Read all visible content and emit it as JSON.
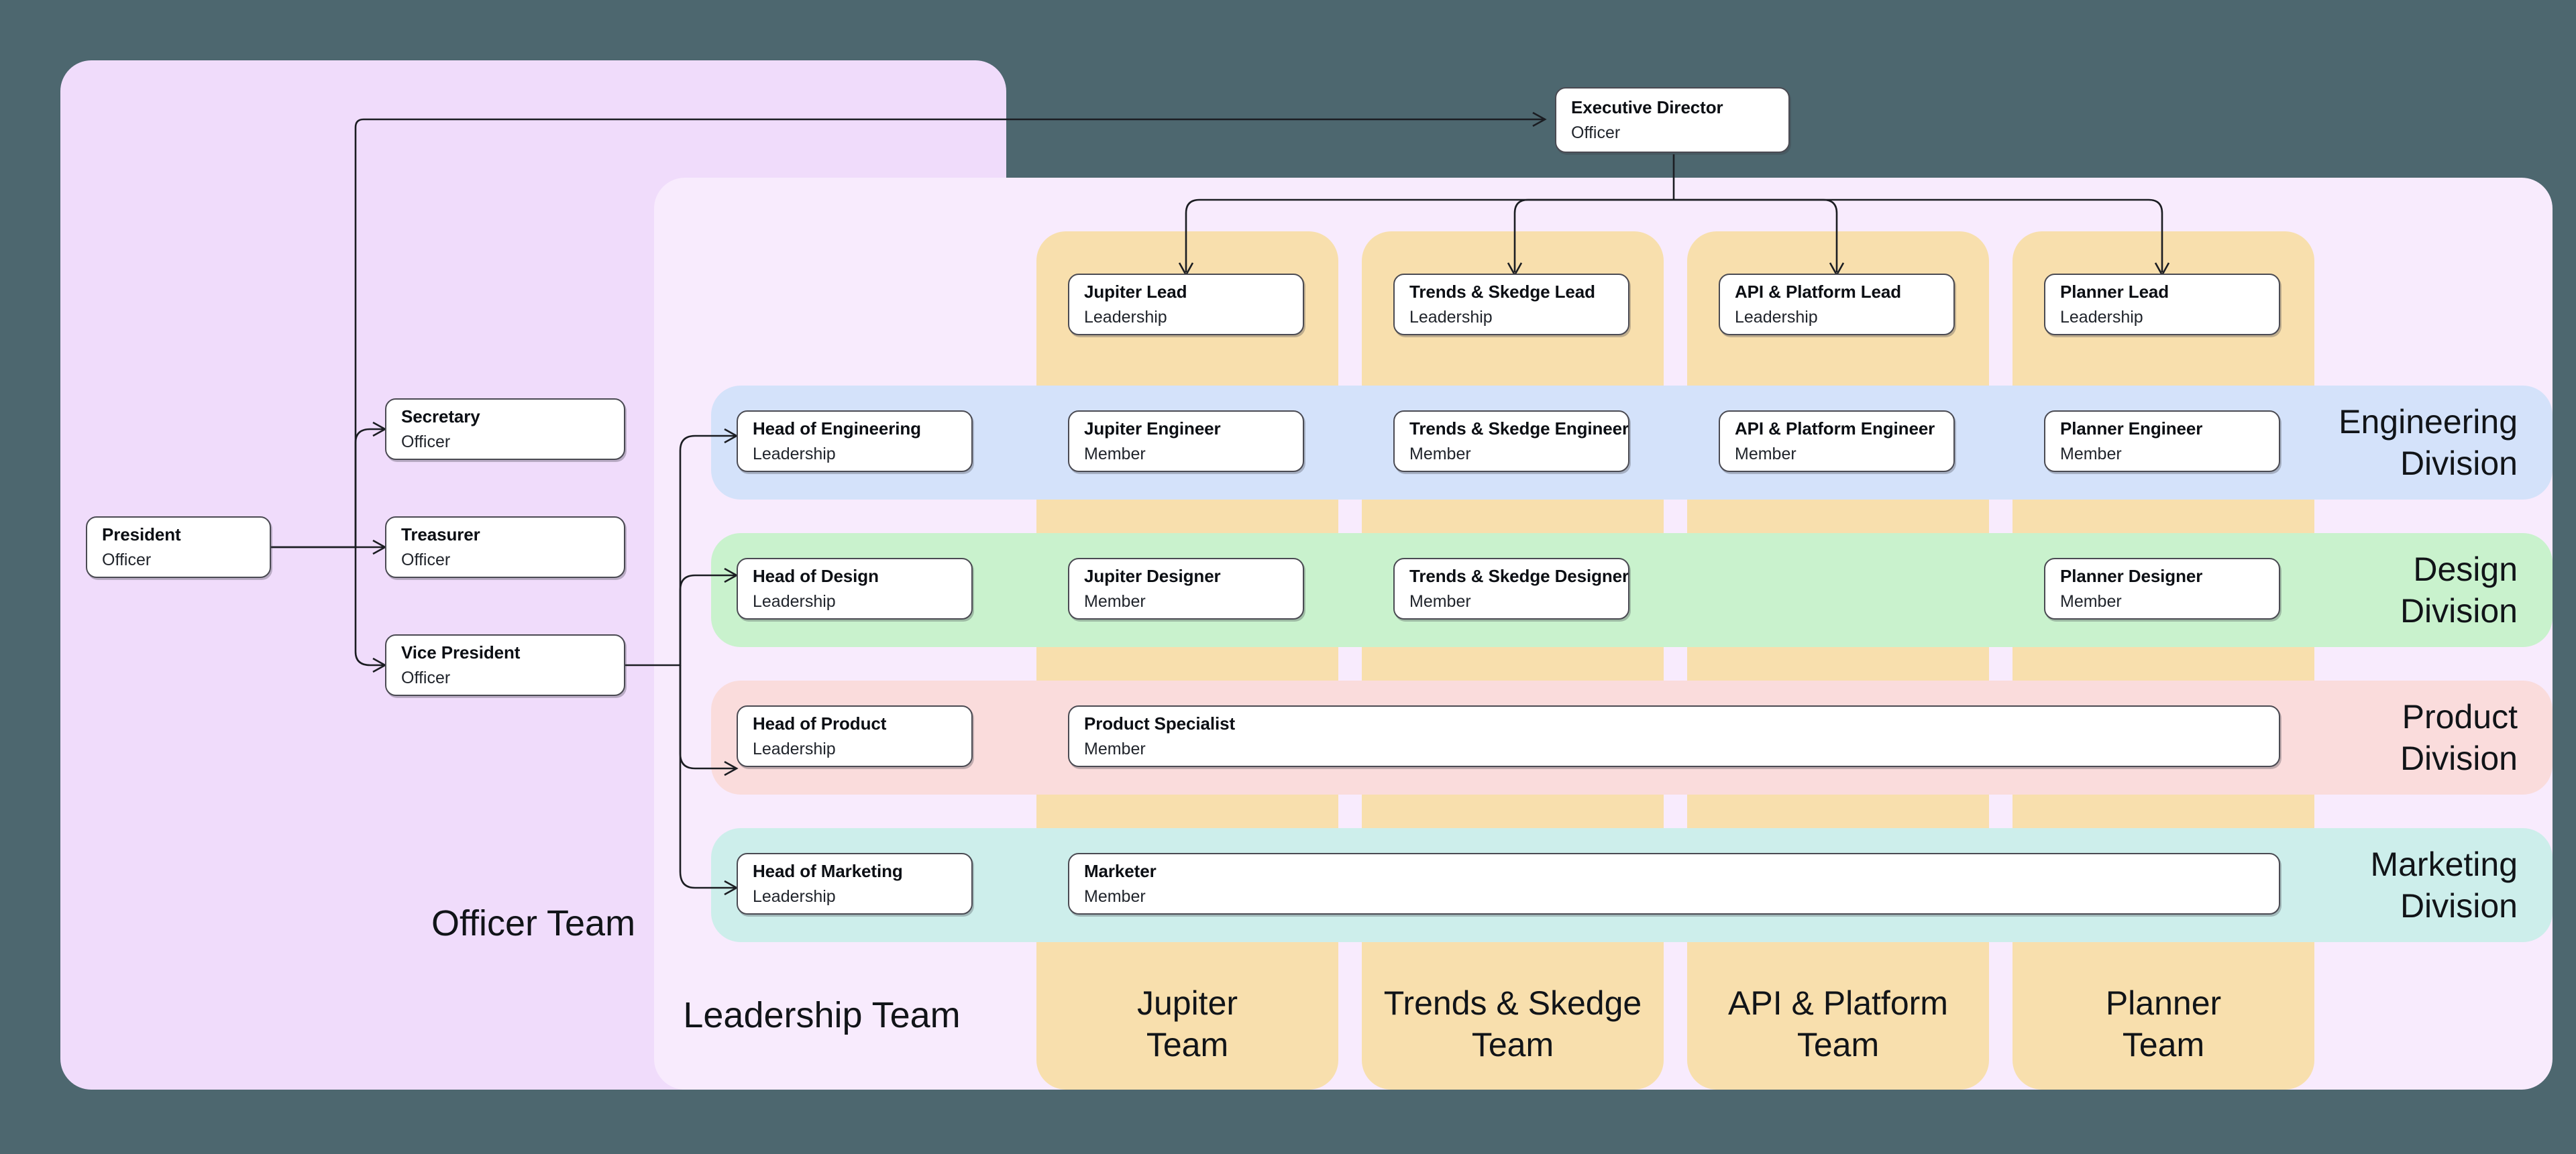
{
  "colors": {
    "canvas": "#4d676f",
    "officer_team_bg": "#f0dcfb",
    "leadership_team_bg": "#f8ebfd",
    "team_column_bg": "#f8dfad",
    "engineering_bg": "#d4e2fa",
    "design_bg": "#c9f2cd",
    "product_bg": "#fadcdc",
    "marketing_bg": "#cdeeeb",
    "node_bg": "#ffffff",
    "node_border": "#4a4a52",
    "connector": "#1b1d22"
  },
  "groups": {
    "officer_team": {
      "label": "Officer Team"
    },
    "leadership_team": {
      "label": "Leadership Team"
    }
  },
  "team_columns": [
    {
      "id": "jupiter",
      "label": "Jupiter\nTeam"
    },
    {
      "id": "trends",
      "label": "Trends & Skedge\nTeam"
    },
    {
      "id": "api",
      "label": "API & Platform\nTeam"
    },
    {
      "id": "planner",
      "label": "Planner\nTeam"
    }
  ],
  "divisions": [
    {
      "id": "engineering",
      "label": "Engineering\nDivision"
    },
    {
      "id": "design",
      "label": "Design\nDivision"
    },
    {
      "id": "product",
      "label": "Product\nDivision"
    },
    {
      "id": "marketing",
      "label": "Marketing\nDivision"
    }
  ],
  "nodes": {
    "executive_director": {
      "title": "Executive Director",
      "role": "Officer"
    },
    "president": {
      "title": "President",
      "role": "Officer"
    },
    "secretary": {
      "title": "Secretary",
      "role": "Officer"
    },
    "treasurer": {
      "title": "Treasurer",
      "role": "Officer"
    },
    "vice_president": {
      "title": "Vice President",
      "role": "Officer"
    },
    "jupiter_lead": {
      "title": "Jupiter Lead",
      "role": "Leadership"
    },
    "trends_lead": {
      "title": "Trends & Skedge Lead",
      "role": "Leadership"
    },
    "api_lead": {
      "title": "API & Platform Lead",
      "role": "Leadership"
    },
    "planner_lead": {
      "title": "Planner Lead",
      "role": "Leadership"
    },
    "head_engineering": {
      "title": "Head of Engineering",
      "role": "Leadership"
    },
    "jupiter_engineer": {
      "title": "Jupiter Engineer",
      "role": "Member"
    },
    "trends_engineer": {
      "title": "Trends & Skedge Engineer",
      "role": "Member"
    },
    "api_engineer": {
      "title": "API & Platform Engineer",
      "role": "Member"
    },
    "planner_engineer": {
      "title": "Planner Engineer",
      "role": "Member"
    },
    "head_design": {
      "title": "Head of Design",
      "role": "Leadership"
    },
    "jupiter_designer": {
      "title": "Jupiter Designer",
      "role": "Member"
    },
    "trends_designer": {
      "title": "Trends & Skedge Designer",
      "role": "Member"
    },
    "planner_designer": {
      "title": "Planner Designer",
      "role": "Member"
    },
    "head_product": {
      "title": "Head of Product",
      "role": "Leadership"
    },
    "product_specialist": {
      "title": "Product Specialist",
      "role": "Member"
    },
    "head_marketing": {
      "title": "Head of Marketing",
      "role": "Leadership"
    },
    "marketer": {
      "title": "Marketer",
      "role": "Member"
    }
  }
}
